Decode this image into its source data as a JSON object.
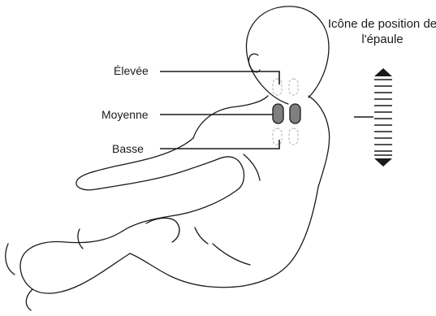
{
  "labels": {
    "high": "Élevée",
    "medium": "Moyenne",
    "low": "Basse"
  },
  "icon_legend": {
    "title_line1": "Icône de position de",
    "title_line2": "l'épaule"
  },
  "indicator": {
    "active_level": "Moyenne",
    "icon": "shoulder-position-icon"
  },
  "colors": {
    "active_roller": "#7f7f7f",
    "inactive_roller": "#bdbdbd",
    "line": "#1a1a1a"
  }
}
